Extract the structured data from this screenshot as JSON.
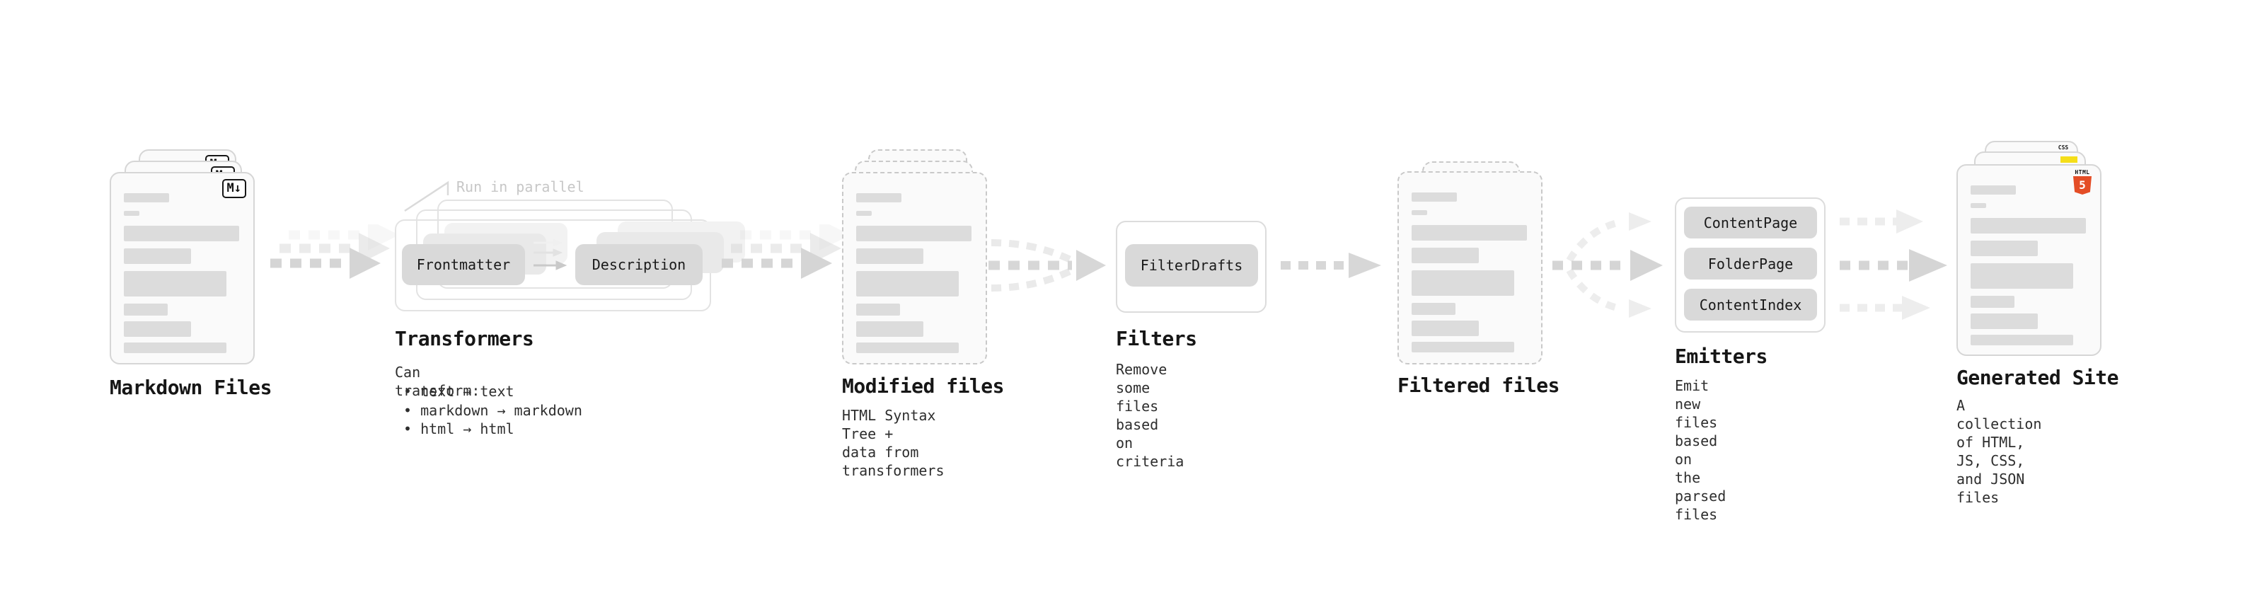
{
  "diagram": {
    "markdown_files": {
      "label": "Markdown Files",
      "badge": "M↓"
    },
    "transformers": {
      "note": "Run in parallel",
      "pill_left": "Frontmatter",
      "pill_right": "Description",
      "title": "Transformers",
      "desc_heading": "Can transform:",
      "bullets": [
        "• text → text",
        "• markdown → markdown",
        "• html → html"
      ]
    },
    "modified_files": {
      "label": "Modified files",
      "desc": "HTML Syntax Tree +\ndata from transformers"
    },
    "filters": {
      "pill": "FilterDrafts",
      "title": "Filters",
      "desc": "Remove some files based\non criteria"
    },
    "filtered_files": {
      "label": "Filtered files"
    },
    "emitters": {
      "pills": [
        "ContentPage",
        "FolderPage",
        "ContentIndex"
      ],
      "title": "Emitters",
      "desc": "Emit new files based on\nthe parsed files"
    },
    "generated_site": {
      "label": "Generated Site",
      "desc": "A collection of HTML,\nJS, CSS, and JSON files",
      "badge_css": "CSS",
      "badge_html": "HTML",
      "badge_five": "5"
    }
  },
  "colors": {
    "html5_orange": "#e44d26",
    "js_yellow": "#f5de19",
    "css_blue": "#2962ef",
    "arrow_main": "#d5d5d5",
    "arrow_faint": "#ededed",
    "card_fill": "#fafafa",
    "pill_fill": "#d9d9d9"
  }
}
